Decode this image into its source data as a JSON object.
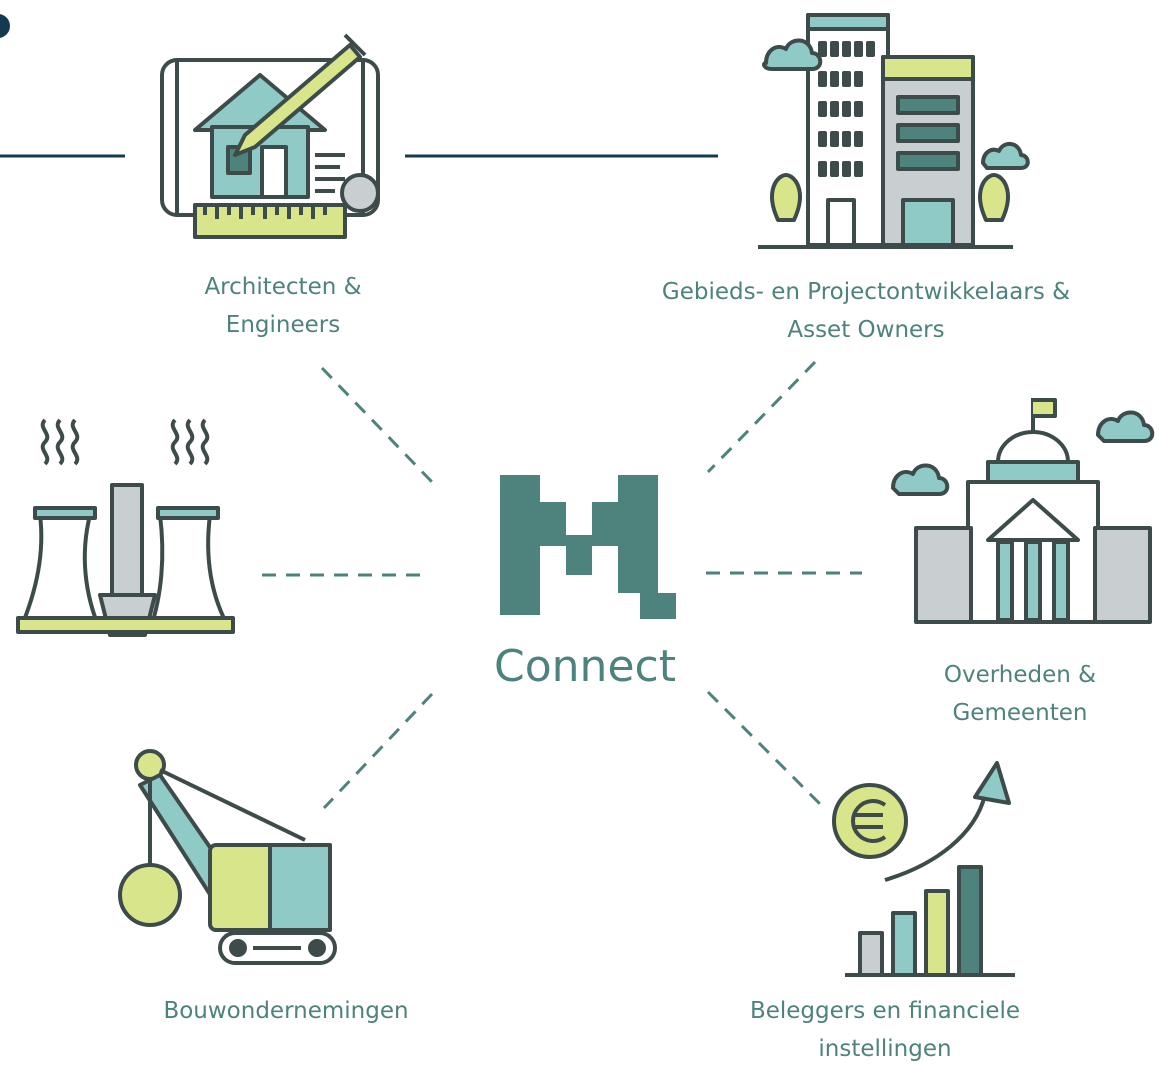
{
  "colors": {
    "teal": "#4e827c",
    "dark": "#3d4b4a",
    "navy": "#143a52",
    "lime": "#d9e58a",
    "aqua": "#8fcac6",
    "grey": "#c9cfd1"
  },
  "hub": {
    "logo_icon": "m-logo-icon",
    "label": "Connect"
  },
  "stakeholders": [
    {
      "key": "architects",
      "icon": "blueprint-house-icon",
      "line1": "Architecten &",
      "line2": "Engineers"
    },
    {
      "key": "developers",
      "icon": "office-buildings-icon",
      "line1": "Gebieds- en Projectontwikkelaars &",
      "line2": "Asset Owners"
    },
    {
      "key": "energy",
      "icon": "power-plant-icon",
      "line1": "",
      "line2": ""
    },
    {
      "key": "government",
      "icon": "government-building-icon",
      "line1": "Overheden &",
      "line2": "Gemeenten"
    },
    {
      "key": "construction",
      "icon": "crane-wrecking-ball-icon",
      "line1": "Bouwondernemingen",
      "line2": ""
    },
    {
      "key": "investors",
      "icon": "euro-growth-chart-icon",
      "line1": "Beleggers en financiele",
      "line2": "instellingen"
    }
  ]
}
